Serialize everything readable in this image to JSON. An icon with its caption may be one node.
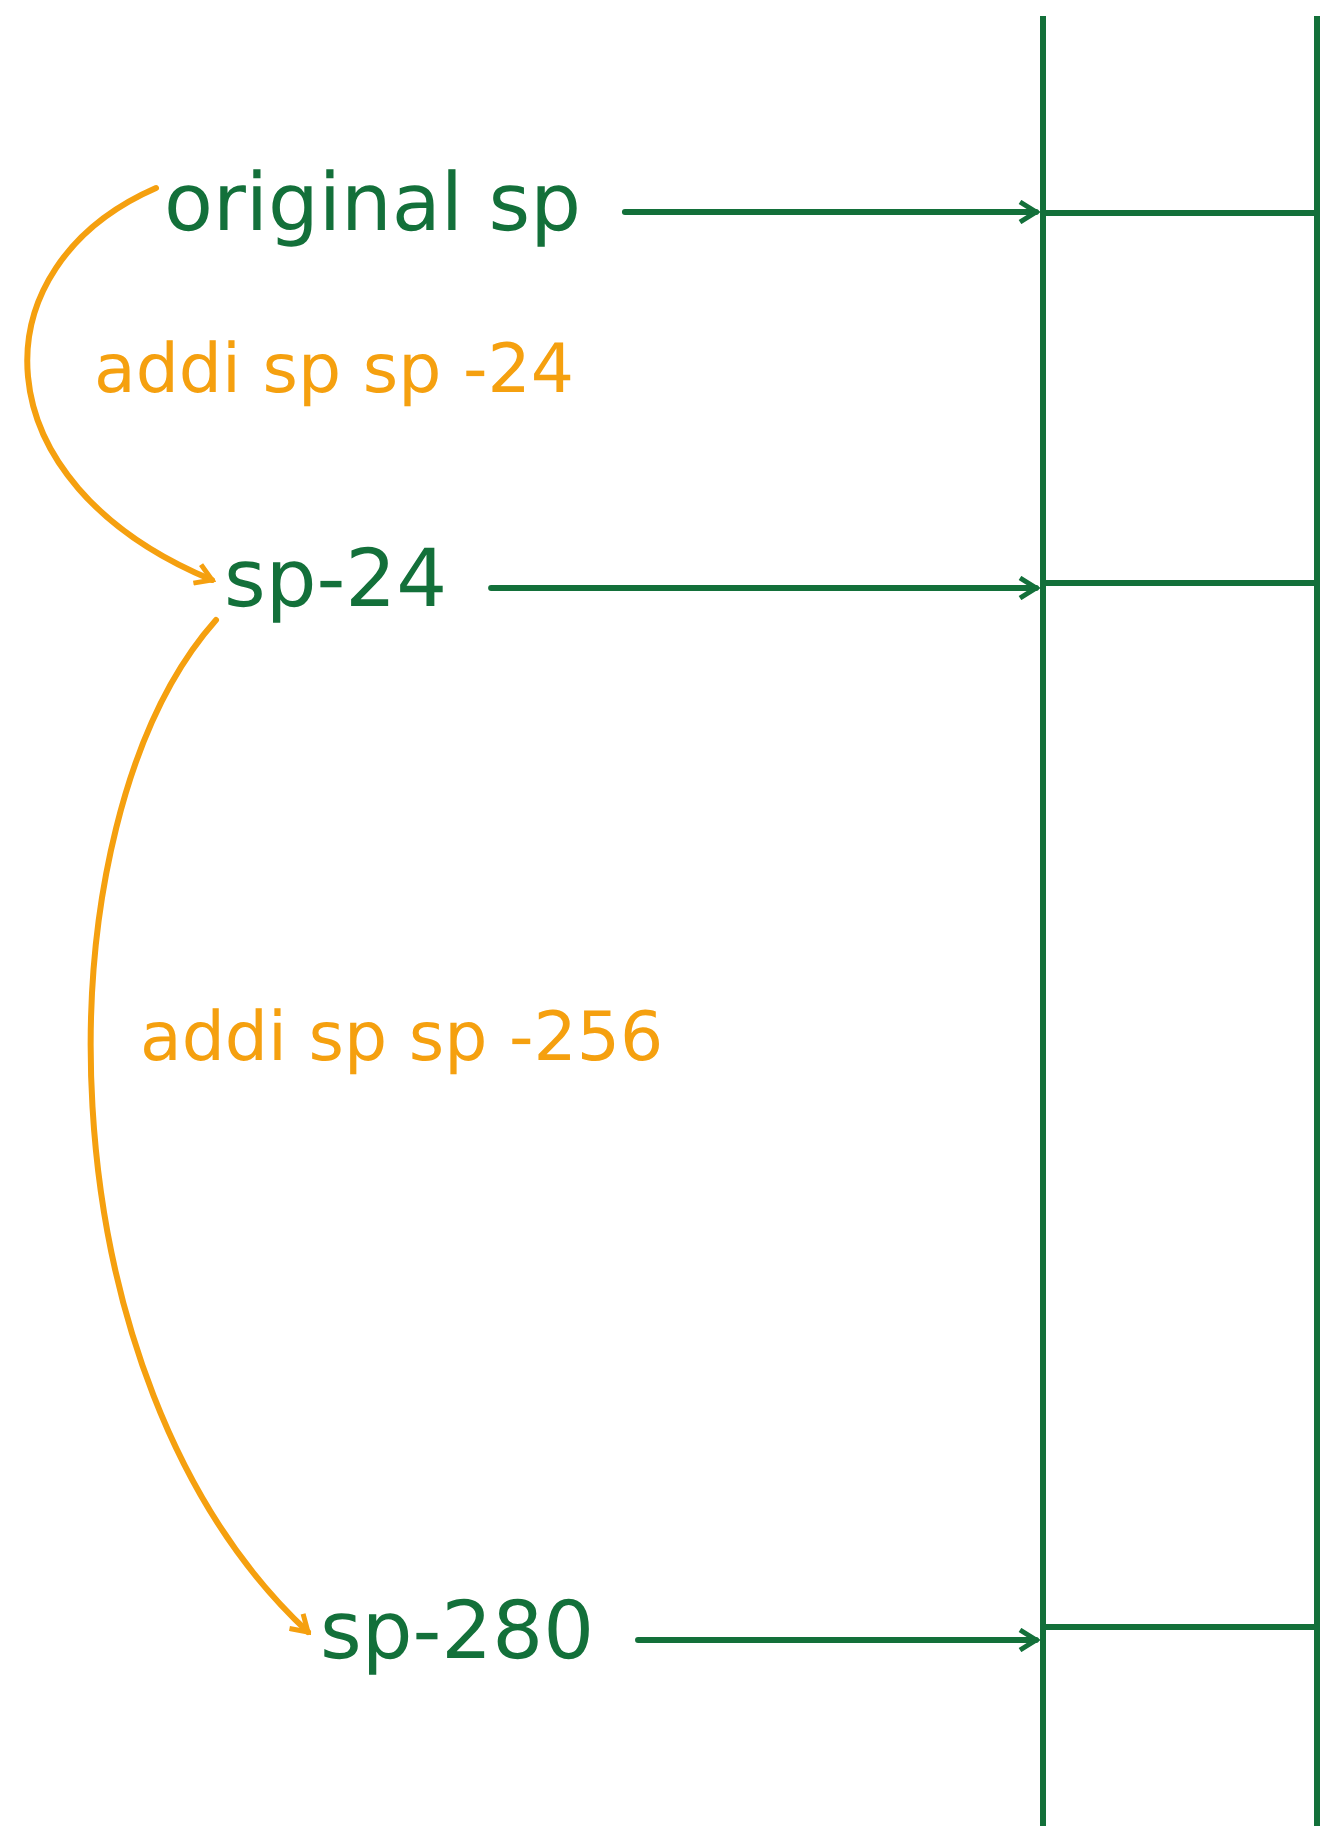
{
  "diagram": {
    "nodes": [
      {
        "text": [
          "original sp"
        ]
      },
      {
        "text": [
          "sp-24"
        ]
      },
      {
        "text": [
          "sp-280"
        ]
      },
      {
        "text": [],
        "shape": "box"
      }
    ],
    "edges": [
      {
        "from": 0,
        "to": 3,
        "arrow": "to"
      },
      {
        "from": 0,
        "to": 1,
        "arrow": "to",
        "label": "addi sp sp -24",
        "color": "#f5a00f"
      },
      {
        "from": 1,
        "to": 3,
        "arrow": "to"
      },
      {
        "from": 1,
        "to": 2,
        "arrow": "to",
        "label": "addi sp sp -256",
        "color": "#f5a00f"
      },
      {
        "from": 2,
        "to": 3,
        "arrow": "to"
      }
    ]
  }
}
